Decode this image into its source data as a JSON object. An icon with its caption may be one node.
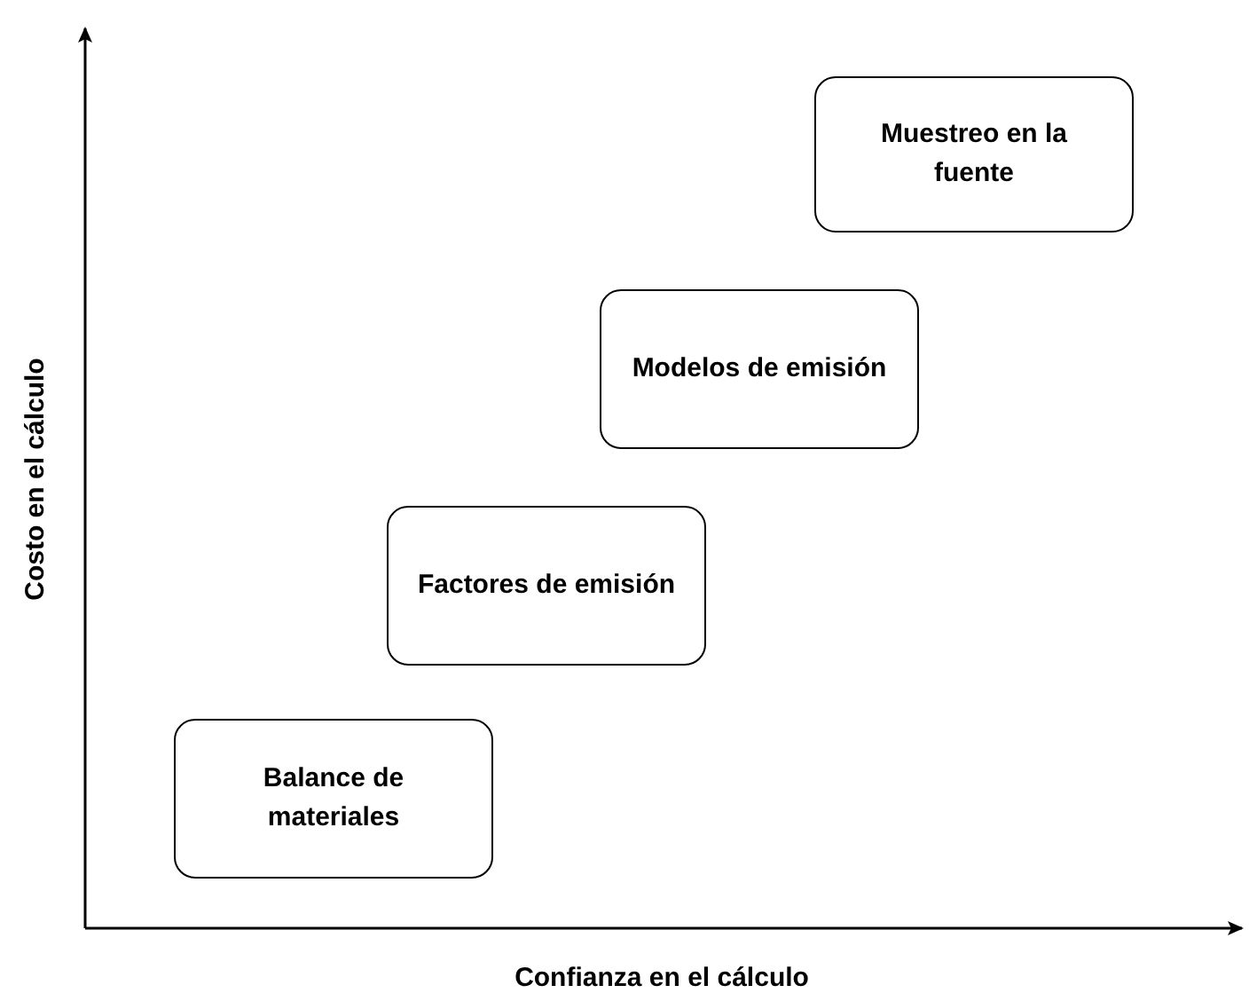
{
  "diagram": {
    "nodes": [
      {
        "text": [
          "Muestreo en la fuente"
        ]
      },
      {
        "text": [
          "Modelos de emisión"
        ]
      },
      {
        "text": [
          "Factores de emisión"
        ]
      },
      {
        "text": [
          "Balance de materiales"
        ]
      }
    ],
    "labels": [
      "Costo en el cálculo",
      "Confianza en el cálculo"
    ]
  }
}
